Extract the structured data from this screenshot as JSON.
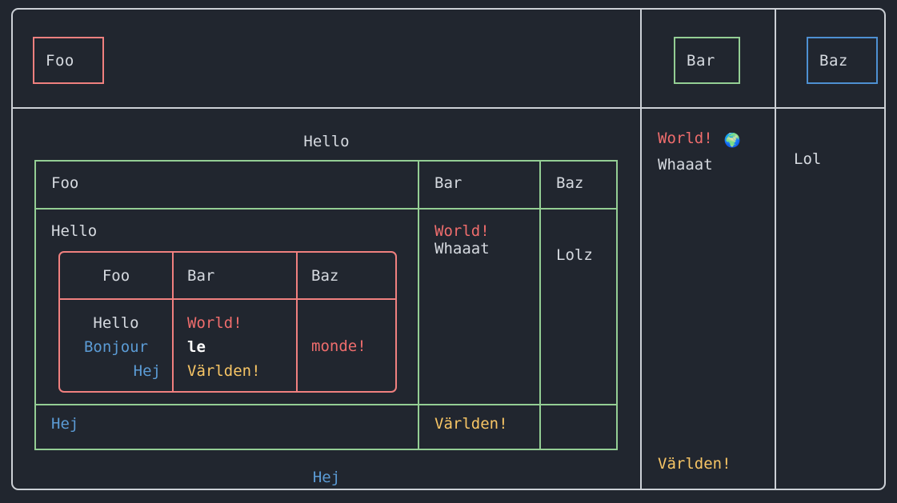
{
  "colors": {
    "background": "#21262f",
    "outer_border": "#ccd0d6",
    "red": "#ef6d6d",
    "salmon_border": "#f0807f",
    "green_border": "#94ce94",
    "blue_border": "#4e90d2",
    "blue_text": "#5b9bd5",
    "orange_text": "#f7c565",
    "default_text": "#d6dae0"
  },
  "outer_table": {
    "header_row": {
      "cells": [
        {
          "label": "Foo",
          "border_color": "#f0807f"
        },
        {
          "label": "Bar",
          "border_color": "#94ce94"
        },
        {
          "label": "Baz",
          "border_color": "#4e90d2"
        }
      ]
    },
    "body_row": {
      "cell_bar": {
        "lines": [
          {
            "text": "World!",
            "color": "#ef6d6d"
          },
          {
            "text": "Whaaat",
            "color": "#d6dae0"
          }
        ],
        "icon": "globe-earth-icon",
        "icon_glyph": "🌍",
        "bottom_text": "Världen!"
      },
      "cell_baz": {
        "text": "Lol"
      }
    }
  },
  "middle_table": {
    "caption_top": "Hello",
    "caption_bottom": "Hej",
    "header": [
      "Foo",
      "Bar",
      "Baz"
    ],
    "body_row": {
      "cell_foo_label": "Hello",
      "cell_bar_lines": [
        {
          "text": "World!",
          "color": "#ef6d6d"
        },
        {
          "text": "Whaaat",
          "color": "#d6dae0"
        }
      ],
      "cell_baz": "Lolz"
    },
    "footer_row": {
      "cell_foo": "Hej",
      "cell_bar": "Världen!",
      "cell_baz": ""
    }
  },
  "inner_table": {
    "header": [
      "Foo",
      "Bar",
      "Baz"
    ],
    "body": {
      "col_foo": [
        {
          "text": "Hello",
          "color": "#d6dae0",
          "align": "center"
        },
        {
          "text": "Bonjour",
          "color": "#5b9bd5",
          "align": "center"
        },
        {
          "text": "Hej",
          "color": "#5b9bd5",
          "align": "right"
        }
      ],
      "col_bar": [
        {
          "text": "World!",
          "color": "#ef6d6d",
          "bold": false
        },
        {
          "text": "le",
          "color": "#ffffff",
          "bold": true
        },
        {
          "text": "Världen!",
          "color": "#f7c565",
          "bold": false
        }
      ],
      "col_baz": {
        "text": "monde!",
        "color": "#ef6d6d"
      }
    }
  }
}
